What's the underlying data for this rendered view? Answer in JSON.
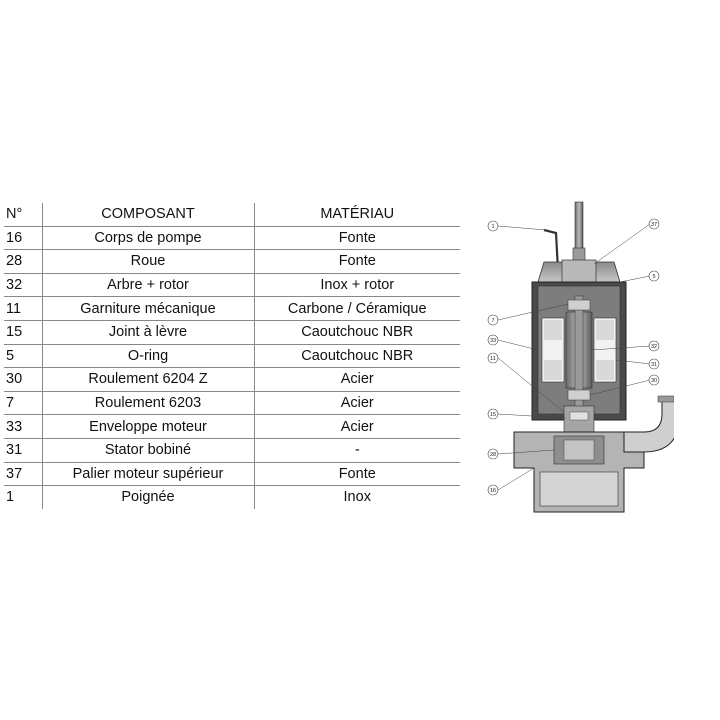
{
  "table": {
    "headers": {
      "num": "N°",
      "component": "COMPOSANT",
      "material": "MATÉRIAU"
    },
    "rows": [
      {
        "num": "16",
        "component": "Corps de pompe",
        "material": "Fonte"
      },
      {
        "num": "28",
        "component": "Roue",
        "material": "Fonte"
      },
      {
        "num": "32",
        "component": "Arbre + rotor",
        "material": "Inox + rotor"
      },
      {
        "num": "11",
        "component": "Garniture mécanique",
        "material": "Carbone / Céramique"
      },
      {
        "num": "15",
        "component": "Joint à lèvre",
        "material": "Caoutchouc NBR"
      },
      {
        "num": "5",
        "component": "O-ring",
        "material": "Caoutchouc NBR"
      },
      {
        "num": "30",
        "component": "Roulement 6204 Z",
        "material": "Acier"
      },
      {
        "num": "7",
        "component": "Roulement 6203",
        "material": "Acier"
      },
      {
        "num": "33",
        "component": "Enveloppe moteur",
        "material": "Acier"
      },
      {
        "num": "31",
        "component": "Stator bobiné",
        "material": "-"
      },
      {
        "num": "37",
        "component": "Palier moteur supérieur",
        "material": "Fonte"
      },
      {
        "num": "1",
        "component": "Poignée",
        "material": "Inox"
      }
    ]
  },
  "diagram": {
    "callouts": {
      "c1": "1",
      "c37": "37",
      "c5": "5",
      "c7": "7",
      "c33": "33",
      "c32": "32",
      "c11": "11",
      "c31": "31",
      "c30": "30",
      "c15": "15",
      "c28": "28",
      "c16": "16"
    }
  }
}
